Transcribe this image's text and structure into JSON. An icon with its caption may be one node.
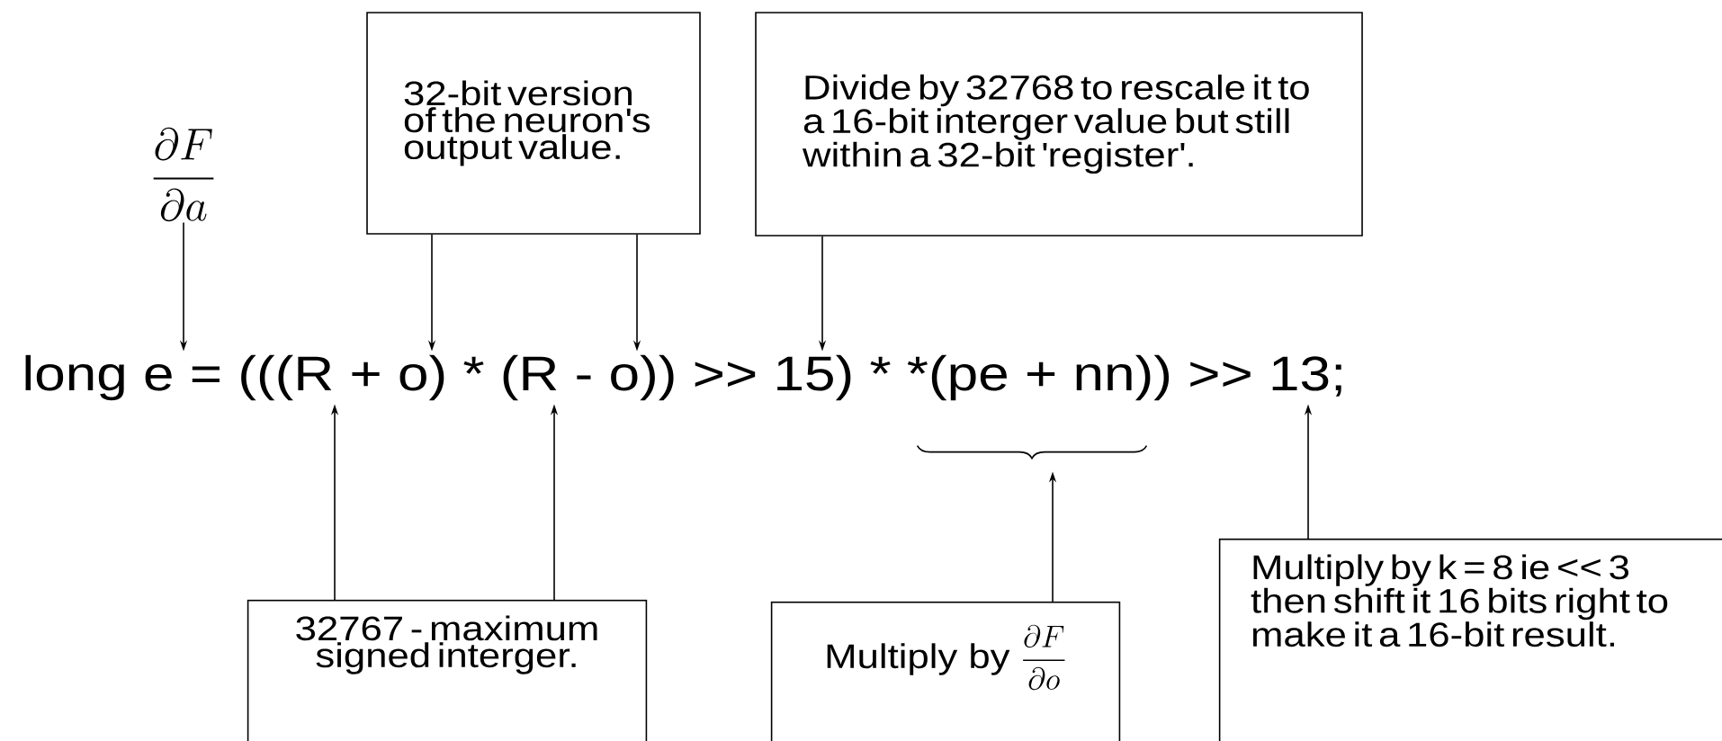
{
  "diagram": {
    "nodes": [
      {
        "text": [
          "\\frac{\\partial F}{\\partial a}"
        ]
      },
      {
        "text": [
          "32-bit version of the neuron's output value."
        ]
      },
      {
        "text": [
          "Divide by 32768 to rescale it to a 16-bit interger value but still within a 32-bit 'register'."
        ]
      },
      {
        "text": [
          "long e = (((R + o) * (R - o)) >> 15) * *(pe + nn)) >> 13;"
        ]
      },
      {
        "text": [],
        "shape": "brace"
      },
      {
        "text": [
          "32767 - maximum signed interger."
        ]
      },
      {
        "text": [
          "Multiply by",
          "\\frac{\\partial F}{\\partial o}"
        ]
      },
      {
        "text": [
          "Multiply by k = 8 ie << 3 then shift it 16 bits right to make it a 16-bit result."
        ]
      }
    ],
    "edges": [
      {
        "from": 0,
        "to": 3,
        "arrow": "to"
      },
      {
        "from": 1,
        "to": 3,
        "arrow": "to"
      },
      {
        "from": 1,
        "to": 3,
        "arrow": "to"
      },
      {
        "from": 2,
        "to": 3,
        "arrow": "to"
      },
      {
        "from": 5,
        "to": 3,
        "arrow": "to"
      },
      {
        "from": 5,
        "to": 3,
        "arrow": "to"
      },
      {
        "from": 6,
        "to": 4,
        "arrow": "to"
      },
      {
        "from": 7,
        "to": 3,
        "arrow": "to"
      }
    ]
  }
}
